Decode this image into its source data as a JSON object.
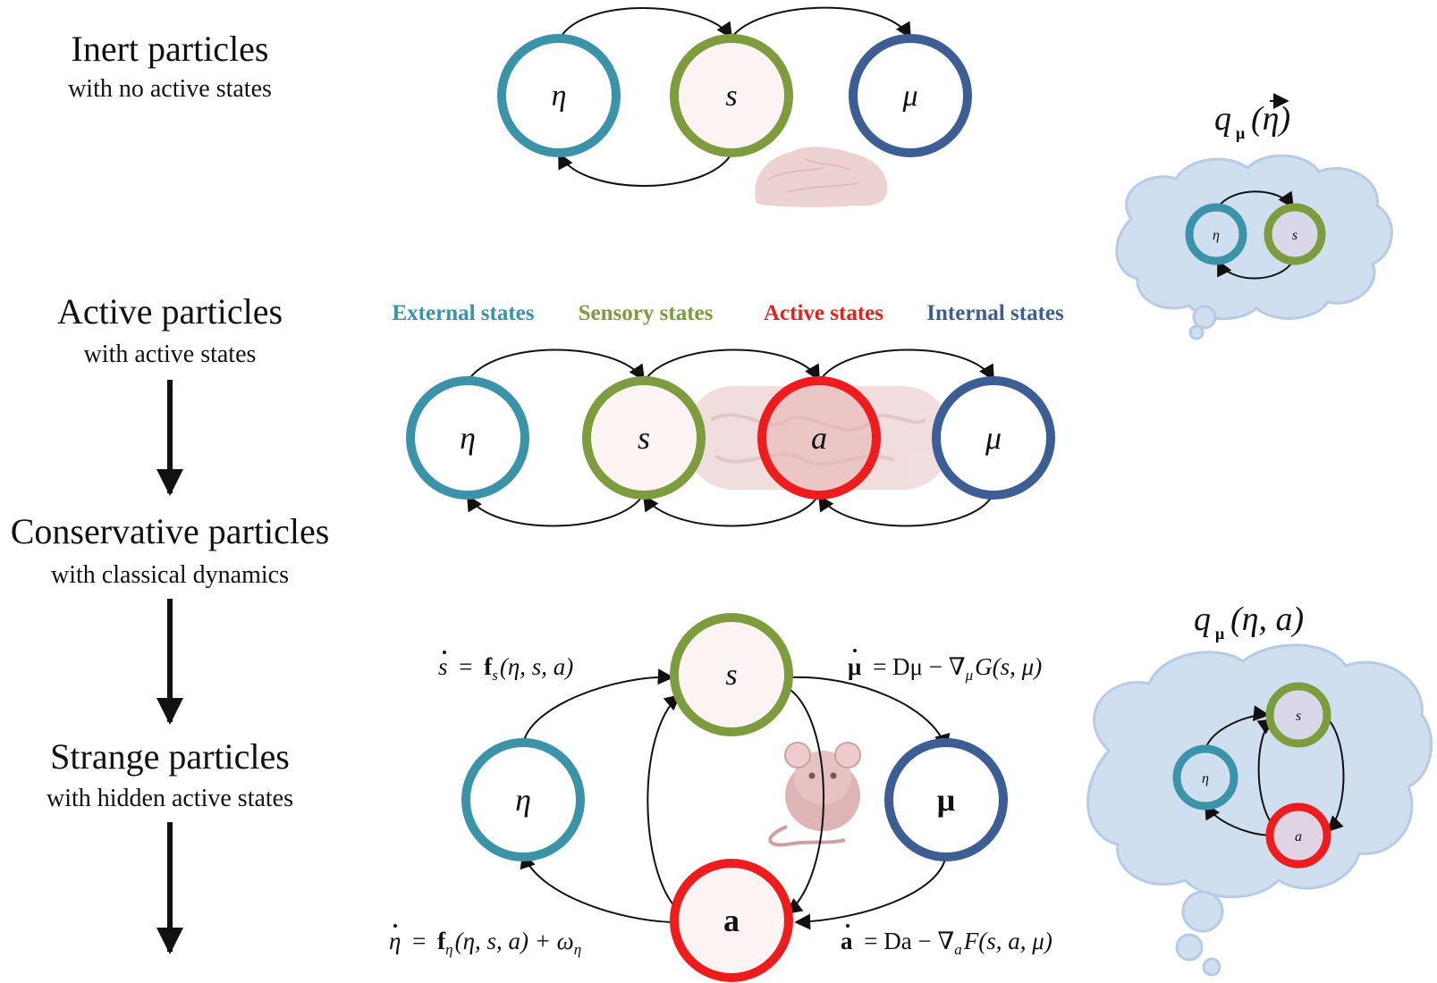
{
  "colors": {
    "external": "#3a93a8",
    "sensory": "#7c9c3e",
    "active": "#ee1c1c",
    "internal": "#3d5e94",
    "node_fill_light": "#fcf3f3",
    "cloud_fill": "#cfdff0",
    "cloud_stroke": "#b6cbe6"
  },
  "rows": {
    "inert": {
      "title": "Inert particles",
      "subtitle": "with no active states"
    },
    "active": {
      "title": "Active particles",
      "subtitle": "with active states"
    },
    "conservative": {
      "title": "Conservative particles",
      "subtitle": "with classical  dynamics"
    },
    "strange": {
      "title": "Strange particles",
      "subtitle": "with hidden active states"
    }
  },
  "legend": {
    "external": "External states",
    "sensory": "Sensory states",
    "active": "Active states",
    "internal": "Internal states"
  },
  "nodes": {
    "eta": "η",
    "s": "s",
    "a": "a",
    "mu": "μ",
    "a_bold": "a",
    "mu_bold": "μ"
  },
  "cloud_top": {
    "q_label": "q",
    "q_sub": "μ",
    "q_arg": "(η)"
  },
  "cloud_bottom": {
    "q_label": "q",
    "q_sub": "μ",
    "q_arg": "(η, a)"
  },
  "equations": {
    "s_dot": {
      "lhs": "s",
      "eq": "=",
      "f": "f",
      "fsub": "s",
      "args": "(η, s, a)"
    },
    "eta_dot": {
      "lhs": "η",
      "eq": "=",
      "f": "f",
      "fsub": "η",
      "args": "(η, s, a) + ω",
      "wsub": "η"
    },
    "mu_dot": {
      "lhs": "μ",
      "eq": "= Dμ − ∇",
      "gsub": "μ",
      "rest": "G(s, μ)"
    },
    "a_dot": {
      "lhs": "a",
      "eq": "= Da − ∇",
      "gsub": "a",
      "rest": "F(s, a, μ)"
    }
  }
}
